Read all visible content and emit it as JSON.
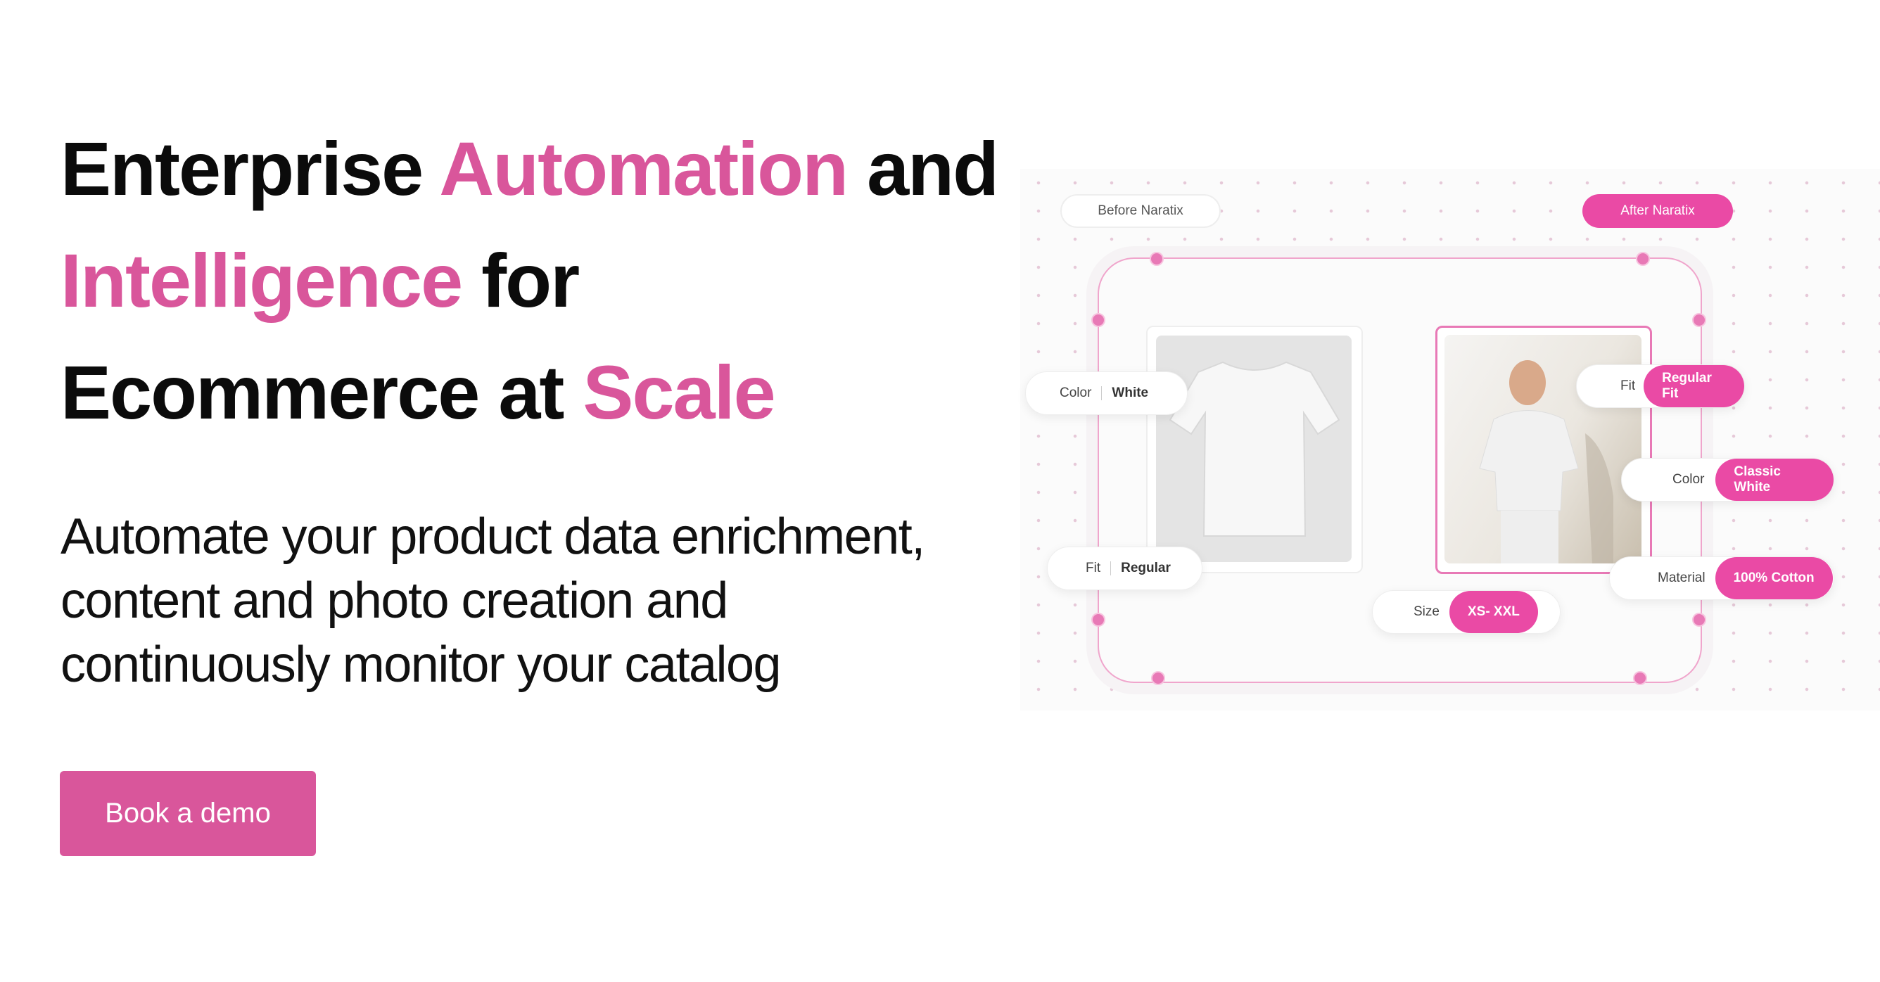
{
  "hero": {
    "headline": {
      "l1a": "Enterprise ",
      "l1b": "Automation",
      "l1c": " and",
      "l2a": "Intelligence",
      "l2b": " for",
      "l3a": "Ecommerce at ",
      "l3b": "Scale"
    },
    "subtitle_lines": [
      "Automate your product data enrichment,",
      "content and photo creation and",
      "continuously monitor your catalog"
    ],
    "cta_label": "Book a demo"
  },
  "illustration": {
    "before_label": "Before Naratix",
    "after_label": "After Naratix",
    "before_attributes": [
      {
        "key": "Color",
        "value": "White"
      },
      {
        "key": "Fit",
        "value": "Regular"
      }
    ],
    "after_attributes": [
      {
        "key": "Fit",
        "value": "Regular Fit"
      },
      {
        "key": "Color",
        "value": "Classic White"
      },
      {
        "key": "Material",
        "value": "100% Cotton"
      },
      {
        "key": "Size",
        "value": "XS- XXL"
      }
    ]
  },
  "colors": {
    "accent": "#d9569b",
    "pill_accent": "#ea4aa5"
  }
}
